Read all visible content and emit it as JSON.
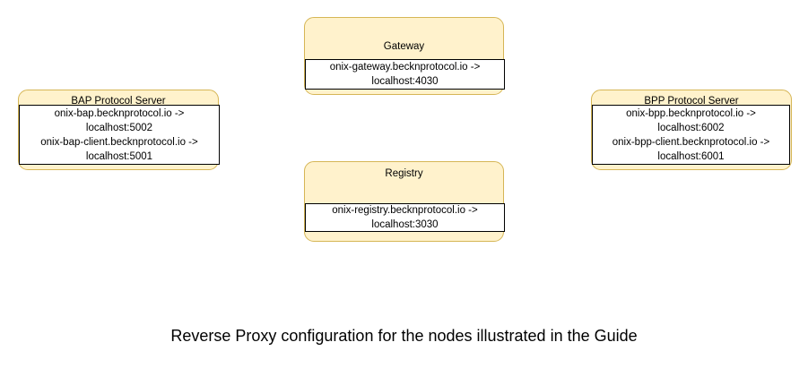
{
  "diagram": {
    "caption": "Reverse Proxy configuration for the nodes illustrated in the Guide",
    "background_color": "#ffffff",
    "node_fill_color": "#fff2cc",
    "node_border_color": "#d6b656",
    "detail_fill_color": "#ffffff",
    "detail_border_color": "#000000",
    "text_color": "#000000",
    "nodes": [
      {
        "id": "gateway",
        "title": "Gateway",
        "mappings": [
          {
            "source": "onix-gateway.becknprotocol.io ->",
            "target": "localhost:4030"
          }
        ]
      },
      {
        "id": "bap",
        "title": "BAP Protocol Server",
        "mappings": [
          {
            "source": "onix-bap.becknprotocol.io ->",
            "target": "localhost:5002"
          },
          {
            "source": "onix-bap-client.becknprotocol.io ->",
            "target": "localhost:5001"
          }
        ]
      },
      {
        "id": "bpp",
        "title": "BPP Protocol Server",
        "mappings": [
          {
            "source": "onix-bpp.becknprotocol.io ->",
            "target": "localhost:6002"
          },
          {
            "source": "onix-bpp-client.becknprotocol.io ->",
            "target": "localhost:6001"
          }
        ]
      },
      {
        "id": "registry",
        "title": "Registry",
        "mappings": [
          {
            "source": "onix-registry.becknprotocol.io ->",
            "target": "localhost:3030"
          }
        ]
      }
    ]
  }
}
